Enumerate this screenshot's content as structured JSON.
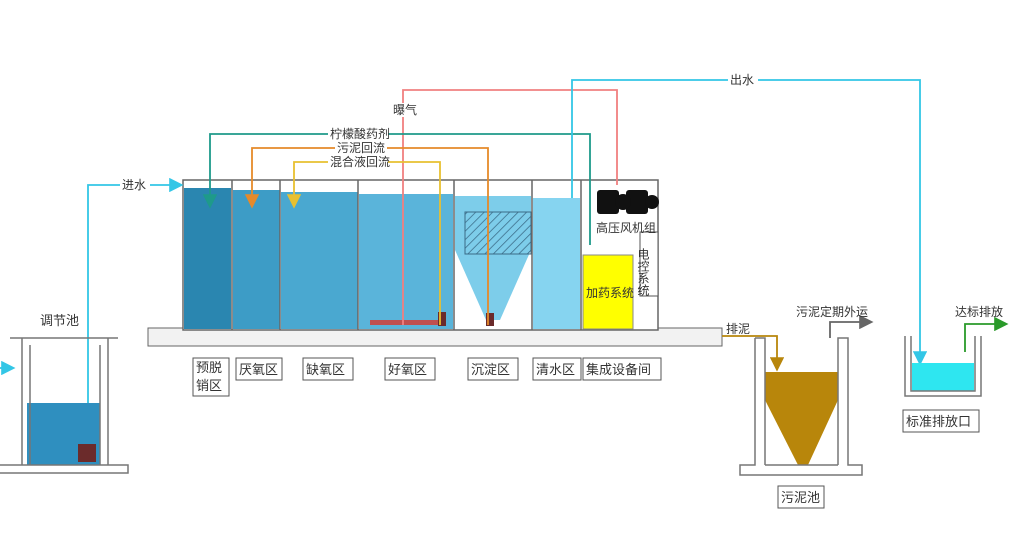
{
  "flows": {
    "inlet": "进水",
    "outlet": "出水",
    "aeration": "曝气",
    "chemical": "柠檬酸药剂",
    "sludge_return": "污泥回流",
    "mixed_return": "混合液回流",
    "sludge_discharge": "排泥",
    "sludge_transport": "污泥定期外运",
    "compliant_discharge": "达标排放"
  },
  "zones": [
    "预脱",
    "销区",
    "厌氧区",
    "缺氧区",
    "好氧区",
    "沉淀区",
    "清水区",
    "集成设备间"
  ],
  "equipment": {
    "blowers": "高压风机组",
    "control": "电控系统",
    "dosing": "加药系统"
  },
  "tanks": {
    "regulating": "调节池",
    "sludge": "污泥池",
    "outfall": "标准排放口"
  },
  "colors": {
    "chemical": "#1e9a8a",
    "sludge_return": "#e58a2a",
    "mixed_return": "#e8c030",
    "aeration": "#f08080",
    "water_line": "#33c6e6",
    "sludge": "#b8860b",
    "dosing": "#ffff00"
  }
}
